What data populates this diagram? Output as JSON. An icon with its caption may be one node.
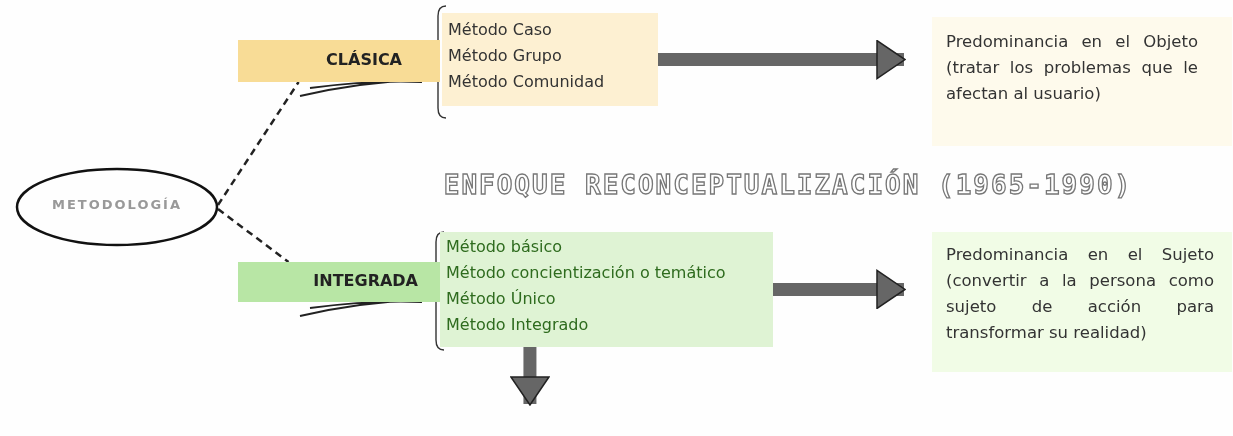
{
  "diagram": {
    "title": "ENFOQUE RECONCEPTUALIZACIÓN (1965-1990)",
    "nodes": [
      {
        "text": [
          "METODOLOGÍA"
        ]
      },
      {
        "text": [
          "CLÁSICA"
        ]
      },
      {
        "text": [
          "Método Caso",
          "Método Grupo",
          "Método Comunidad"
        ]
      },
      {
        "text": [
          "Predominancia en el Objeto (tratar los problemas que le afectan al usuario)"
        ]
      },
      {
        "text": [
          "INTEGRADA"
        ]
      },
      {
        "text": [
          "Método básico",
          "Método concientización o temático",
          "Método Único",
          "Método Integrado"
        ]
      },
      {
        "text": [
          "Predominancia en el Sujeto (convertir a la persona como sujeto de acción para transformar su realidad)"
        ]
      }
    ],
    "edges": [
      {
        "from": 0,
        "to": 1,
        "arrow": "none",
        "style": "dashed"
      },
      {
        "from": 0,
        "to": 4,
        "arrow": "none",
        "style": "dashed"
      },
      {
        "from": 2,
        "to": 3,
        "arrow": "to"
      },
      {
        "from": 5,
        "to": 6,
        "arrow": "to"
      },
      {
        "from": 5,
        "to": null,
        "arrow": "to"
      }
    ]
  }
}
